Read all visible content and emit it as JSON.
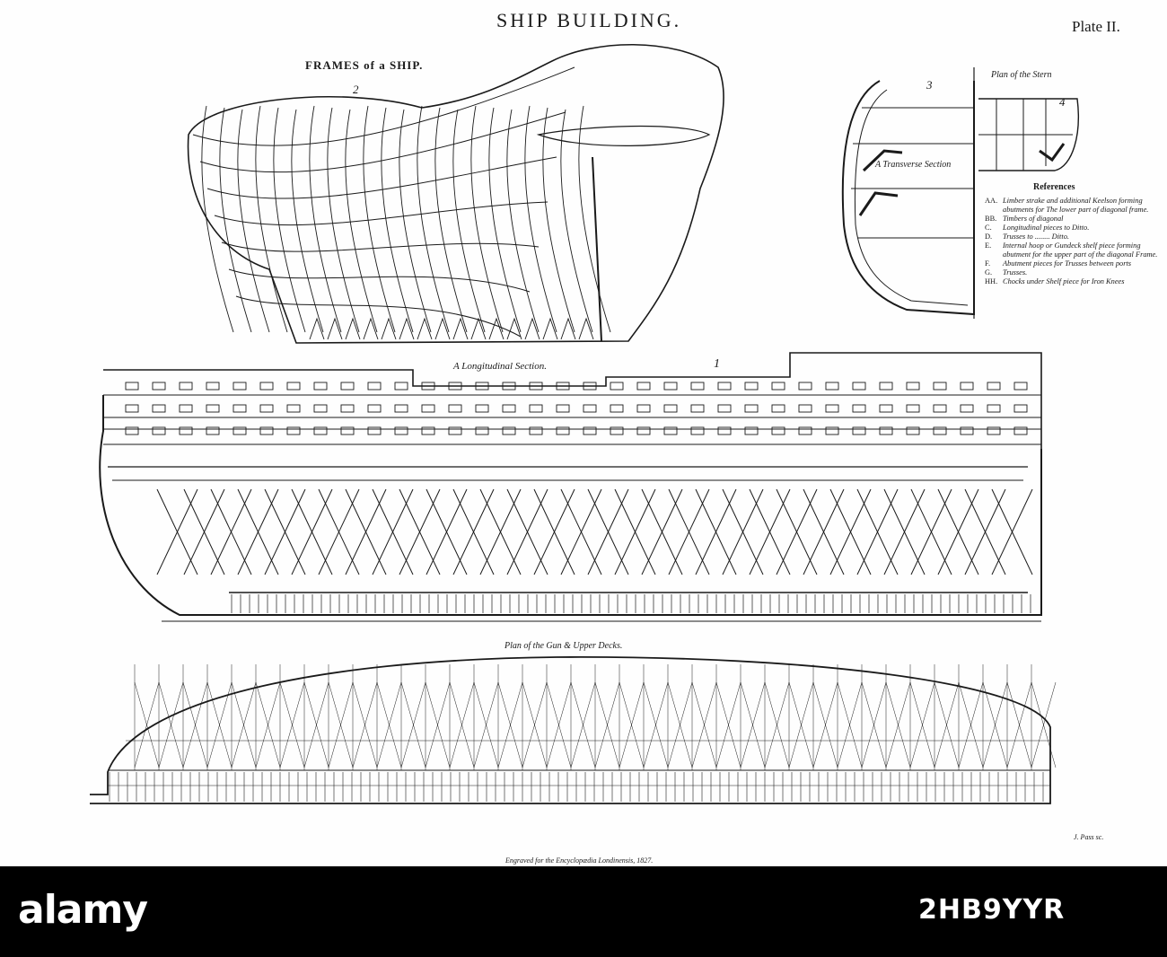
{
  "plate": {
    "title": "SHIP BUILDING.",
    "plate_number": "Plate II.",
    "engraver": "J. Pass sc.",
    "imprint": "Engraved for the Encyclopædia Londinensis, 1827."
  },
  "figures": {
    "frames_title": "FRAMES of a SHIP.",
    "fig1_number": "1",
    "fig2_number": "2",
    "fig3_number": "3",
    "fig4_number": "4",
    "stern_plan_caption": "Plan of the Stern",
    "transverse_caption": "A Transverse Section",
    "longitudinal_caption": "A Longitudinal Section.",
    "deck_plan_caption": "Plan of the Gun & Upper Decks."
  },
  "references": {
    "title": "References",
    "items": [
      {
        "key": "AA.",
        "text": "Limber strake and additional Keelson forming abutments for The lower part of diagonal frame."
      },
      {
        "key": "BB.",
        "text": "Timbers of diagonal"
      },
      {
        "key": "C.",
        "text": "Longitudinal pieces to Ditto."
      },
      {
        "key": "D.",
        "text": "Trusses to ........ Ditto."
      },
      {
        "key": "E.",
        "text": "Internal hoop or Gundeck shelf piece forming abutment for the upper part of the diagonal Frame."
      },
      {
        "key": "F.",
        "text": "Abutment pieces for Trusses between ports"
      },
      {
        "key": "G.",
        "text": "Trusses."
      },
      {
        "key": "HH.",
        "text": "Chocks under Shelf piece for Iron Knees"
      }
    ]
  },
  "watermark": {
    "brand": "alamy",
    "image_id": "2HB9YYR"
  },
  "colors": {
    "ink": "#1a1a1a",
    "paper": "#fefefe",
    "band": "#000000",
    "band_text": "#ffffff"
  }
}
